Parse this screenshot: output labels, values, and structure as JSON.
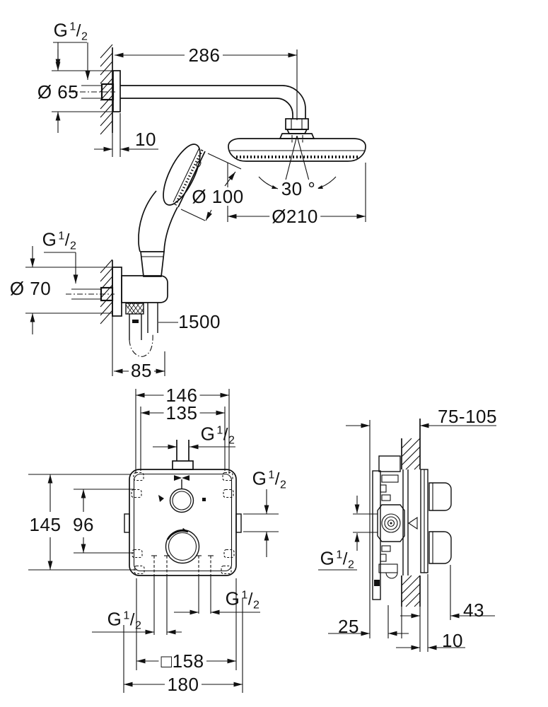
{
  "drawing": {
    "thread_label": {
      "letter": "G",
      "numerator": "1",
      "slash": "/",
      "denominator": "2"
    },
    "top_view": {
      "arm_length": "286",
      "wall_flange_diameter": "Ø 65",
      "flange_depth": "10",
      "hand_shower_diameter": "Ø 100",
      "head_swivel_angle": "30 °",
      "head_diameter": "Ø210",
      "holder_flange_diameter": "Ø 70",
      "hose_length": "1500",
      "holder_offset": "85"
    },
    "front_view": {
      "fixing_width_outer": "146",
      "fixing_width_inner": "135",
      "fixing_height": "145",
      "port_spacing": "96",
      "box_size": "□158",
      "plate_size": "180"
    },
    "side_view": {
      "installation_depth_range": "75-105",
      "knob_projection": "43",
      "min_front_distance": "25",
      "plate_thickness": "10"
    }
  }
}
